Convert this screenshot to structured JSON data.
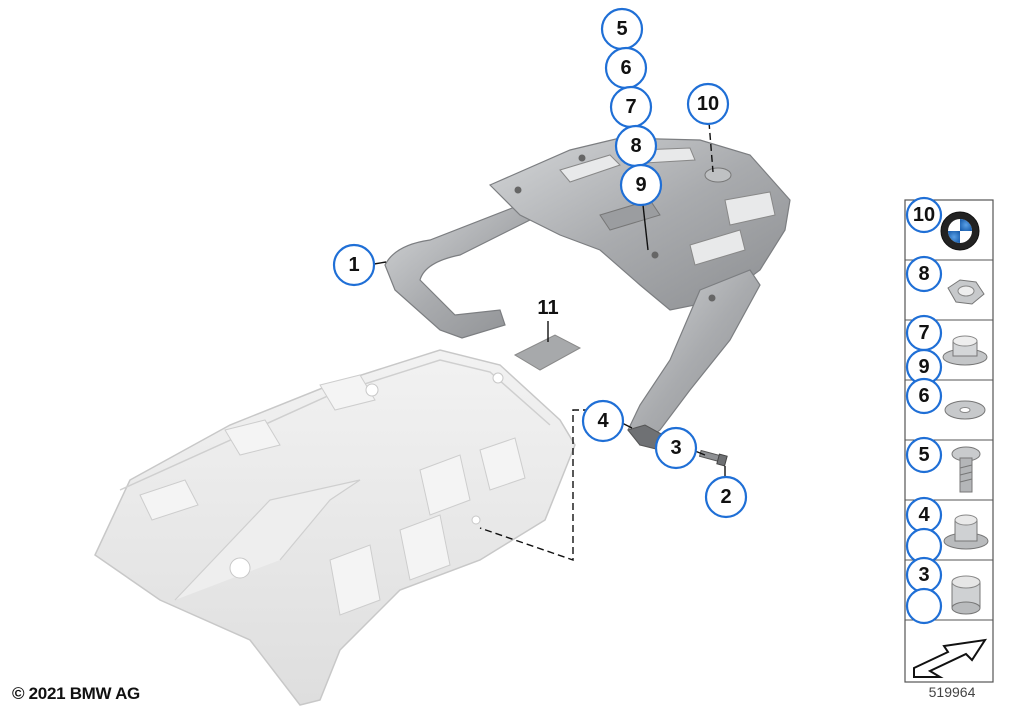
{
  "diagram": {
    "copyright": "© 2021 BMW AG",
    "diagram_id": "519964",
    "callouts": [
      {
        "id": "c1",
        "label": "1"
      },
      {
        "id": "c2",
        "label": "2"
      },
      {
        "id": "c3",
        "label": "3"
      },
      {
        "id": "c4",
        "label": "4"
      },
      {
        "id": "c5",
        "label": "5"
      },
      {
        "id": "c6",
        "label": "6"
      },
      {
        "id": "c7",
        "label": "7"
      },
      {
        "id": "c8",
        "label": "8"
      },
      {
        "id": "c9",
        "label": "9"
      },
      {
        "id": "c10",
        "label": "10"
      },
      {
        "id": "c11",
        "label": "11"
      }
    ],
    "legend": [
      {
        "labels": [
          "10"
        ],
        "icon": "bmw-emblem-icon"
      },
      {
        "labels": [
          "8"
        ],
        "icon": "hex-nut-icon"
      },
      {
        "labels": [
          "7",
          "9"
        ],
        "icon": "bushing-icon"
      },
      {
        "labels": [
          "6"
        ],
        "icon": "washer-icon"
      },
      {
        "labels": [
          "5"
        ],
        "icon": "screw-icon"
      },
      {
        "labels": [
          "4"
        ],
        "icon": "spacer-sleeve-icon"
      },
      {
        "labels": [
          "3"
        ],
        "icon": "sleeve-icon"
      },
      {
        "labels": [],
        "icon": "arrow-icon"
      }
    ]
  },
  "colors": {
    "callout_ring": "#1f6fd6",
    "carrier": "#a9abae",
    "cover": "#e6e6e6"
  }
}
